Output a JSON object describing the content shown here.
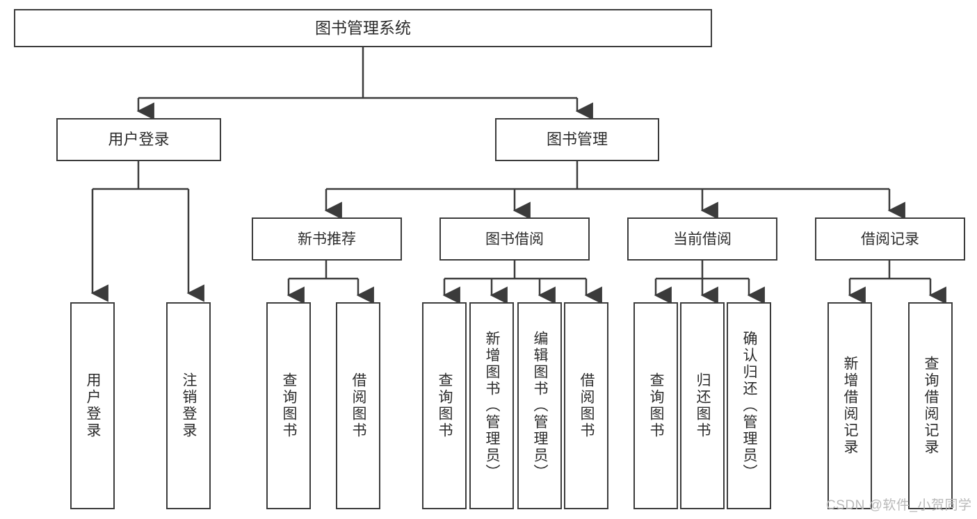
{
  "diagram": {
    "type": "tree-hierarchy",
    "title": "图书管理系统",
    "root": {
      "label": "图书管理系统"
    },
    "level1": [
      {
        "label": "用户登录"
      },
      {
        "label": "图书管理"
      }
    ],
    "level2": [
      {
        "label": "新书推荐"
      },
      {
        "label": "图书借阅"
      },
      {
        "label": "当前借阅"
      },
      {
        "label": "借阅记录"
      }
    ],
    "leaves": {
      "user_login": [
        {
          "label": "用户登录"
        },
        {
          "label": "注销登录"
        }
      ],
      "new_book_recommend": [
        {
          "label": "查询图书"
        },
        {
          "label": "借阅图书"
        }
      ],
      "book_borrow": [
        {
          "label": "查询图书"
        },
        {
          "label": "新增图书（管理员）"
        },
        {
          "label": "编辑图书（管理员）"
        },
        {
          "label": "借阅图书"
        }
      ],
      "current_borrow": [
        {
          "label": "查询图书"
        },
        {
          "label": "归还图书"
        },
        {
          "label": "确认归还（管理员）"
        }
      ],
      "borrow_record": [
        {
          "label": "新增借阅记录"
        },
        {
          "label": "查询借阅记录"
        }
      ]
    }
  },
  "watermark": {
    "text": "CSDN @软件_小贺同学"
  },
  "colors": {
    "border": "#3b3b3b",
    "text": "#2b2b2b",
    "background": "#ffffff",
    "watermark": "#b9b9b9"
  }
}
